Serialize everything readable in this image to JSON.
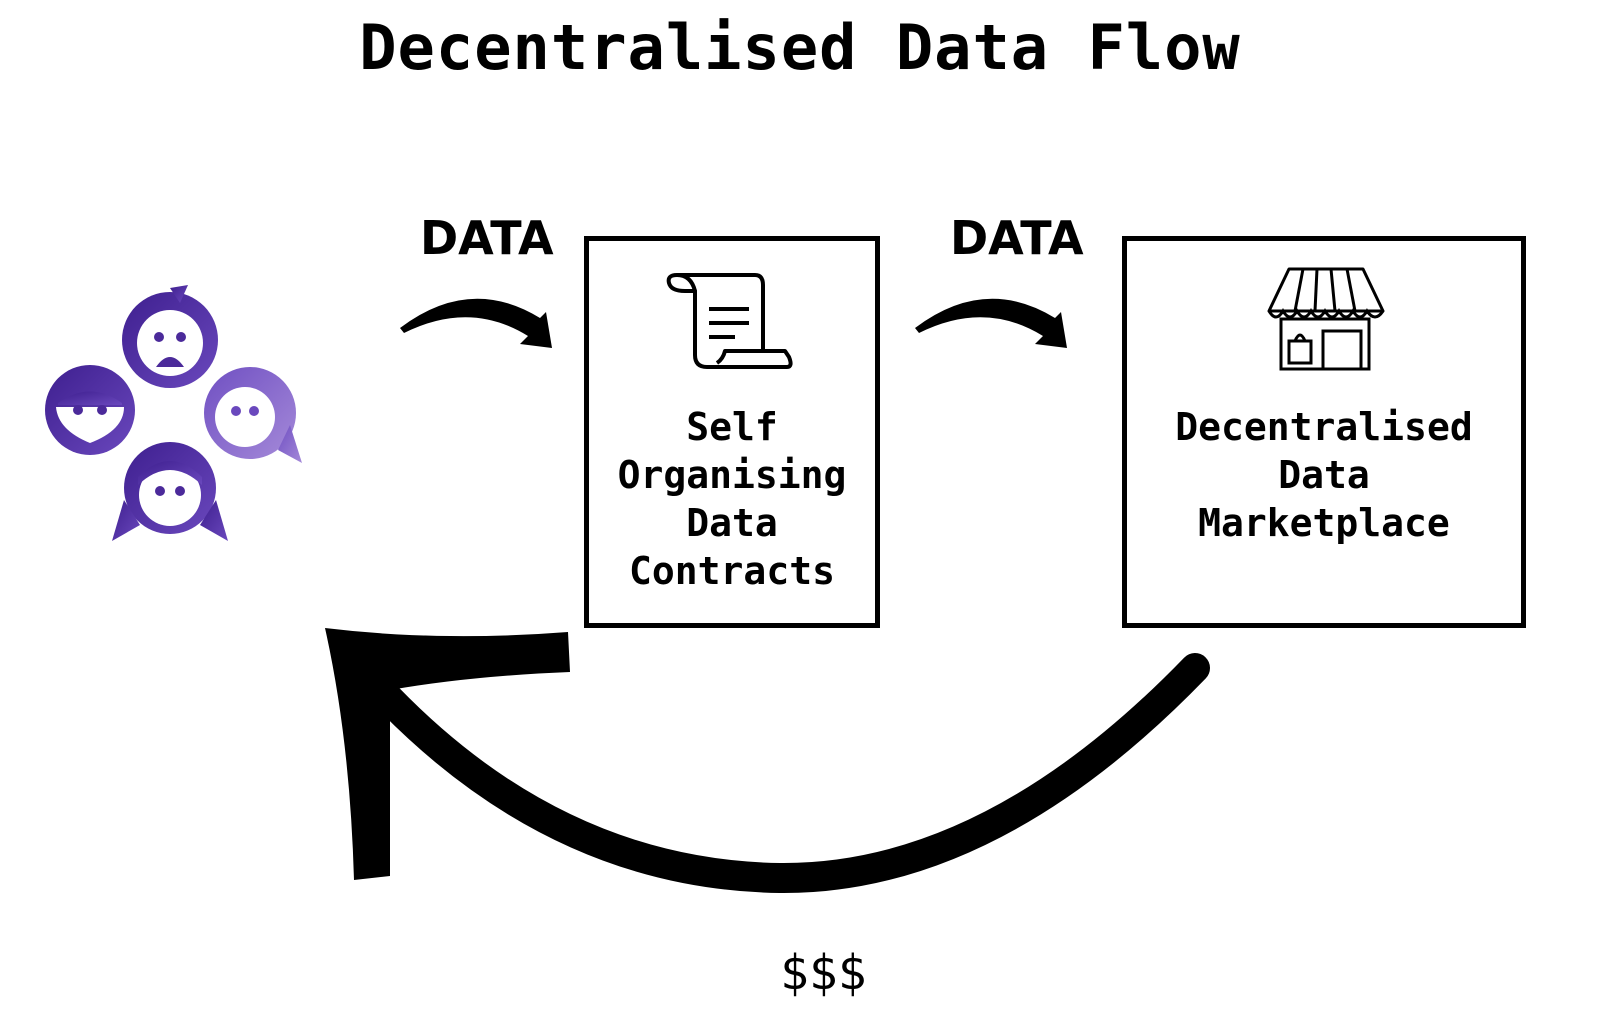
{
  "diagram": {
    "title": "Decentralised Data Flow",
    "flow_labels": [
      "DATA",
      "DATA"
    ],
    "contracts_box": {
      "lines": [
        "Self",
        "Organising",
        "Data",
        "Contracts"
      ],
      "icon": "scroll-icon"
    },
    "marketplace_box": {
      "lines": [
        "Decentralised",
        "Data",
        "Marketplace"
      ],
      "icon": "storefront-icon"
    },
    "return_label": "$$$",
    "people_icon": "people-group-icon",
    "colors": {
      "people": "#4b2a9a",
      "people_light": "#7c5cc6",
      "stroke": "#000000",
      "background": "#ffffff"
    }
  }
}
